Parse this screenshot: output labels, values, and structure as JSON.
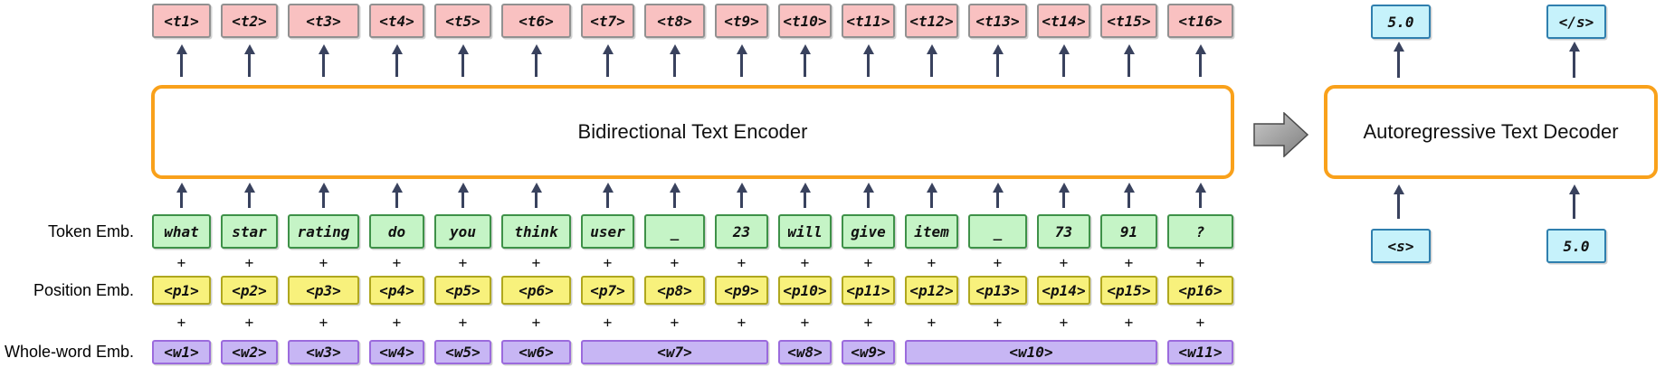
{
  "diagram": {
    "encoder_label": "Bidirectional Text Encoder",
    "decoder_label": "Autoregressive Text Decoder",
    "row_labels": {
      "token": "Token Emb.",
      "position": "Position Emb.",
      "whole_word": "Whole-word Emb."
    },
    "output_tokens": [
      "<t1>",
      "<t2>",
      "<t3>",
      "<t4>",
      "<t5>",
      "<t6>",
      "<t7>",
      "<t8>",
      "<t9>",
      "<t10>",
      "<t11>",
      "<t12>",
      "<t13>",
      "<t14>",
      "<t15>",
      "<t16>"
    ],
    "token_embeddings": [
      "what",
      "star",
      "rating",
      "do",
      "you",
      "think",
      "user",
      "_",
      "23",
      "will",
      "give",
      "item",
      "_",
      "73",
      "91",
      "?"
    ],
    "position_embeddings": [
      "<p1>",
      "<p2>",
      "<p3>",
      "<p4>",
      "<p5>",
      "<p6>",
      "<p7>",
      "<p8>",
      "<p9>",
      "<p10>",
      "<p11>",
      "<p12>",
      "<p13>",
      "<p14>",
      "<p15>",
      "<p16>"
    ],
    "whole_word_embeddings": [
      {
        "label": "<w1>",
        "span": 1
      },
      {
        "label": "<w2>",
        "span": 1
      },
      {
        "label": "<w3>",
        "span": 1
      },
      {
        "label": "<w4>",
        "span": 1
      },
      {
        "label": "<w5>",
        "span": 1
      },
      {
        "label": "<w6>",
        "span": 1
      },
      {
        "label": "<w7>",
        "span": 3
      },
      {
        "label": "<w8>",
        "span": 1
      },
      {
        "label": "<w9>",
        "span": 1
      },
      {
        "label": "<w10>",
        "span": 4
      },
      {
        "label": "<w11>",
        "span": 1
      }
    ],
    "decoder_outputs": [
      "5.0",
      "</s>"
    ],
    "decoder_inputs": [
      "<s>",
      "5.0"
    ],
    "plus_sign": "+",
    "colors": {
      "output_token_fill": "#f9c1c1",
      "output_token_border": "#919191",
      "token_fill": "#c5f4c6",
      "token_border": "#3e9148",
      "position_fill": "#f8f17c",
      "position_border": "#afa71e",
      "whole_word_fill": "#c7b6f4",
      "whole_word_border": "#9b6bdd",
      "decoder_io_fill": "#c6f2fb",
      "decoder_io_border": "#2f7fae",
      "block_border": "#f9a11b",
      "arrow": "#39425e",
      "plus": "#111111"
    }
  }
}
